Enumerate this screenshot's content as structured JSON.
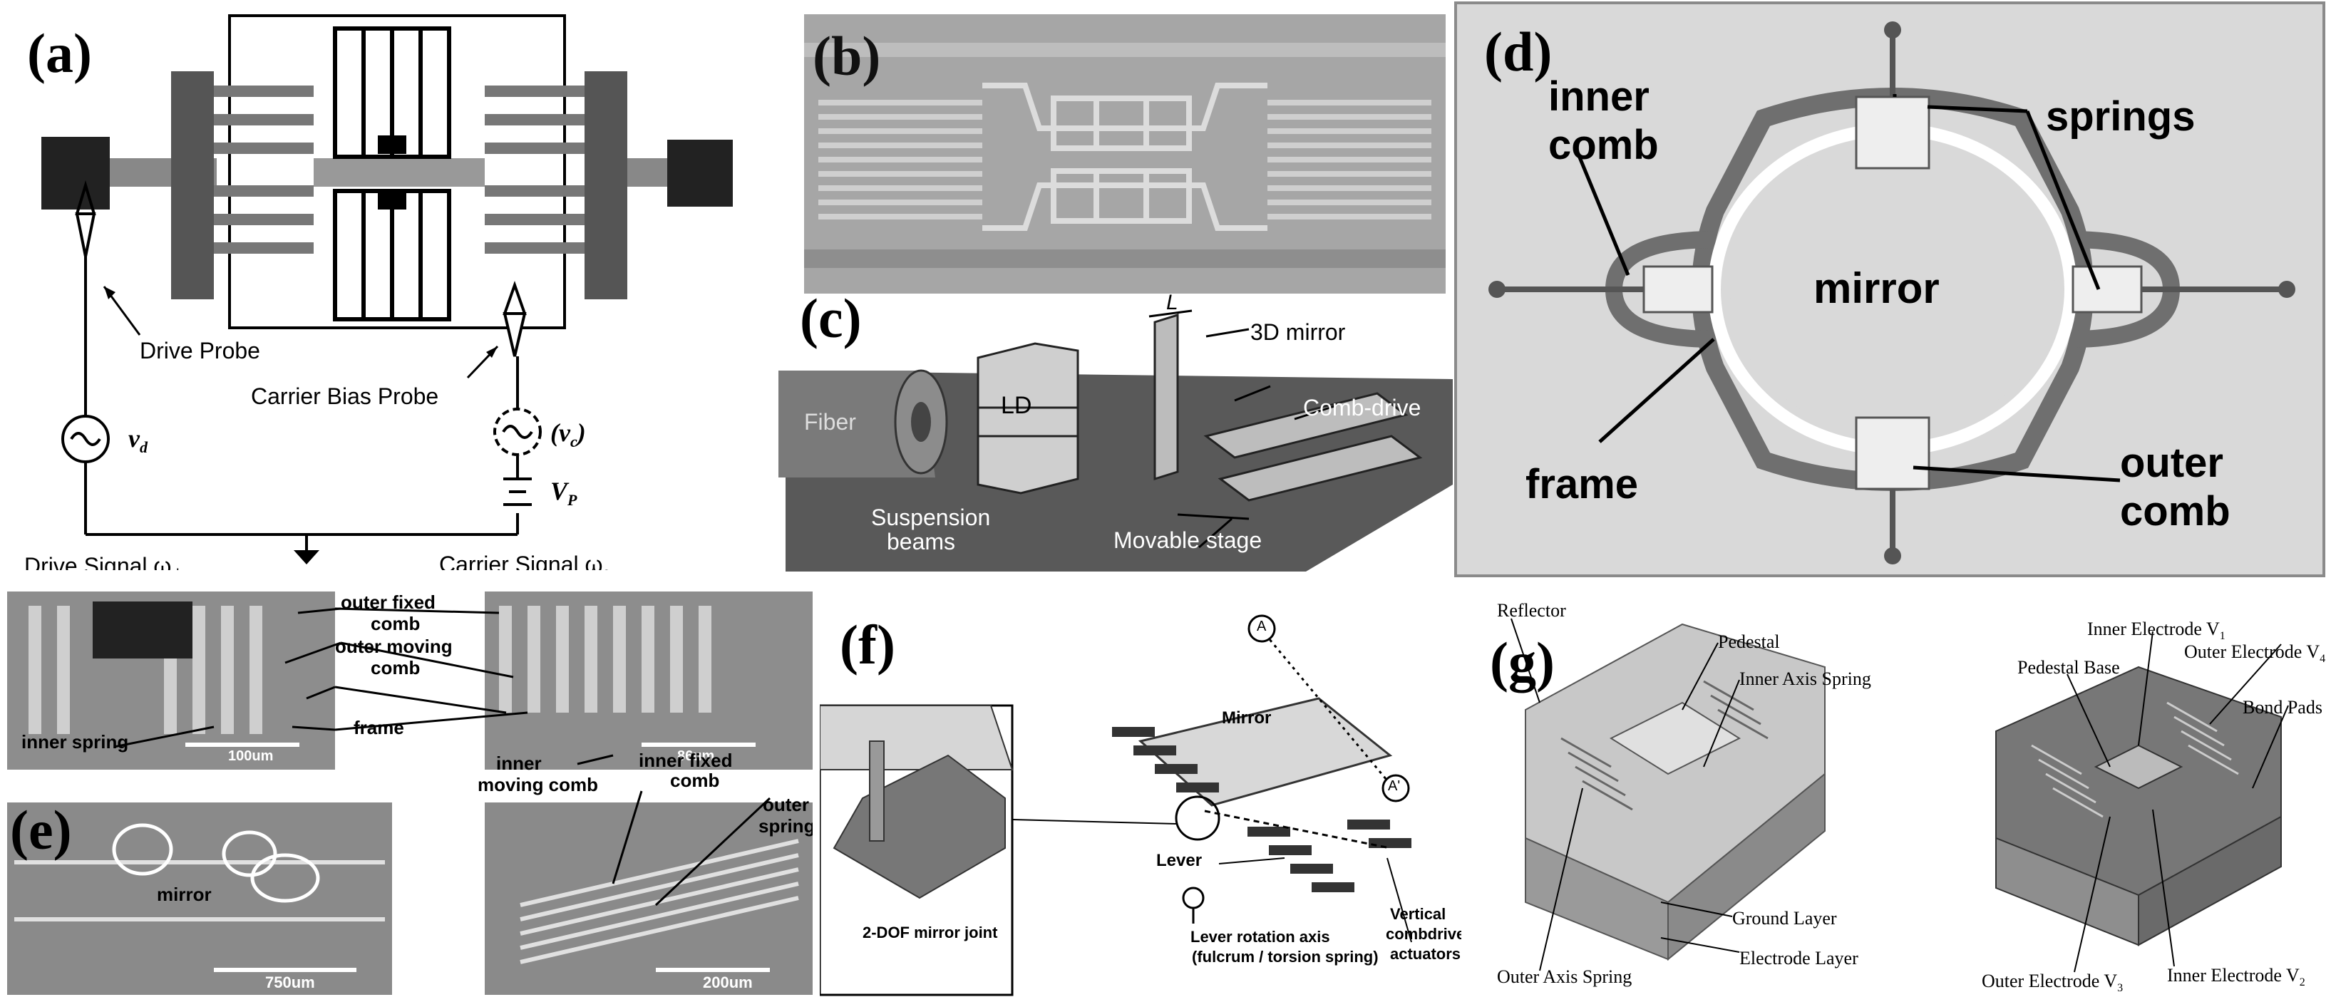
{
  "panels": {
    "a": {
      "label": "(a)",
      "drive_probe": "Drive Probe",
      "carrier_bias_probe": "Carrier Bias Probe",
      "vd": "v",
      "vd_sub": "d",
      "vc": "(v",
      "vc_sub": "c",
      "vc_close": ")",
      "vp": "V",
      "vp_sub": "P",
      "drive_signal": "Drive Signal ω",
      "drive_signal_sub": "d",
      "carrier_signal": "Carrier Signal ω",
      "carrier_signal_sub": "c"
    },
    "b": {
      "label": "(b)"
    },
    "c": {
      "label": "(c)",
      "L": "L",
      "mirror3d": "3D mirror",
      "ld": "LD",
      "fiber": "Fiber",
      "comb_drive": "Comb-drive",
      "suspension": "Suspension",
      "beams": "beams",
      "movable_stage": "Movable stage"
    },
    "d": {
      "label": "(d)",
      "inner": "inner",
      "comb": "comb",
      "springs": "springs",
      "mirror": "mirror",
      "frame": "frame",
      "outer": "outer",
      "outer_comb": "comb"
    },
    "e": {
      "label": "(e)",
      "outer_fixed_1": "outer fixed",
      "outer_fixed_2": "comb",
      "outer_moving_1": "outer moving",
      "outer_moving_2": "comb",
      "frame": "frame",
      "inner_spring": "inner spring",
      "scale1": "100um",
      "scale2": "86um",
      "inner_moving_1": "inner",
      "inner_moving_2": "moving comb",
      "inner_fixed_1": "inner fixed",
      "inner_fixed_2": "comb",
      "mirror": "mirror",
      "outer_spring_1": "outer",
      "outer_spring_2": "spring",
      "scale3": "750um",
      "scale4": "200um"
    },
    "f": {
      "label": "(f)",
      "A_top": "A",
      "A_prime": "A'",
      "mirror": "Mirror",
      "lever": "Lever",
      "joint": "2-DOF mirror joint",
      "axis_1": "Lever rotation axis",
      "axis_2": "(fulcrum / torsion spring)",
      "vertical_1": "Vertical",
      "vertical_2": "combdrive",
      "vertical_3": "actuators"
    },
    "g": {
      "label": "(g)",
      "reflector": "Reflector",
      "pedestal": "Pedestal",
      "inner_axis_spring": "Inner Axis Spring",
      "ground_layer": "Ground Layer",
      "electrode_layer": "Electrode Layer",
      "outer_axis_spring": "Outer Axis Spring",
      "inner_v1": "Inner Electrode V",
      "inner_v1_sub": "1",
      "outer_v4": "Outer Electrode V",
      "outer_v4_sub": "4",
      "pedestal_base": "Pedestal Base",
      "bond_pads": "Bond Pads",
      "outer_v3": "Outer Electrode V",
      "outer_v3_sub": "3",
      "inner_v2": "Inner Electrode V",
      "inner_v2_sub": "2"
    }
  }
}
